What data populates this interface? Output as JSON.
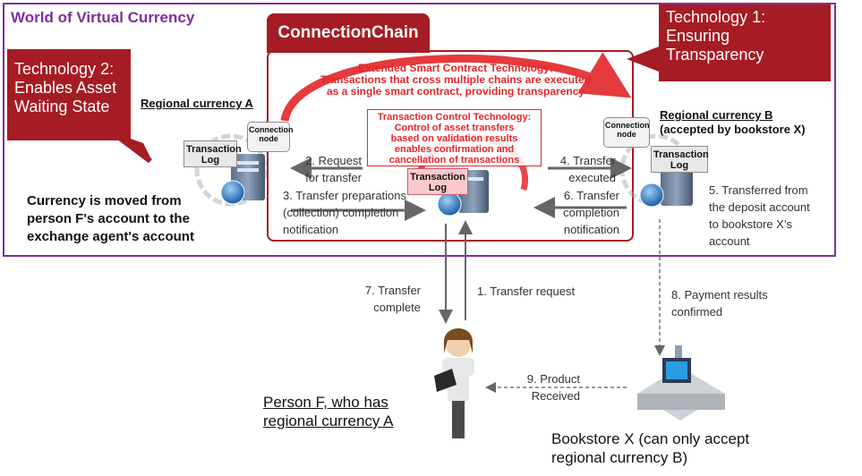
{
  "world": {
    "title": "World of Virtual Currency"
  },
  "chain": {
    "title": "ConnectionChain"
  },
  "tech1": {
    "line1": "Technology 1:",
    "line2": "Ensuring",
    "line3": "Transparency"
  },
  "tech2": {
    "line1": "Technology 2:",
    "line2": "Enables Asset",
    "line3": "Waiting State"
  },
  "ext": {
    "line1": "Extended Smart Contract Technology:",
    "line2": "Transactions that cross multiple chains are executed",
    "line3": "as a single smart contract, providing transparency"
  },
  "tct": {
    "line1": "Transaction Control Technology:",
    "line2": "Control of asset transfers",
    "line3": "based on validation results",
    "line4": "enables confirmation and",
    "line5": "cancellation of transactions"
  },
  "regionA": {
    "label": "Regional currency A"
  },
  "regionB": {
    "line1": "Regional currency B",
    "line2": "(accepted by bookstore X)"
  },
  "node": {
    "line1": "Connection",
    "line2": "node"
  },
  "log": {
    "line1": "Transaction",
    "line2": "Log"
  },
  "steps": {
    "s1": "1. Transfer request",
    "s2a": "2. Request",
    "s2b": "for transfer",
    "s3a": "3. Transfer preparations",
    "s3b": "(collection) completion",
    "s3c": "notification",
    "s4a": "4. Transfer",
    "s4b": "executed",
    "s5a": "5. Transferred from",
    "s5b": "the deposit account",
    "s5c": "to bookstore X’s",
    "s5d": "account",
    "s6a": "6. Transfer",
    "s6b": "completion",
    "s6c": "notification",
    "s7a": "7. Transfer",
    "s7b": "complete",
    "s8a": "8. Payment results",
    "s8b": "confirmed",
    "s9a": "9. Product",
    "s9b": "Received"
  },
  "moved": {
    "line1": "Currency is moved from",
    "line2": "person F's account to the",
    "line3": "exchange agent's account"
  },
  "person": {
    "line1": "Person F, who has",
    "line2": "regional currency A"
  },
  "store": {
    "line1": "Bookstore X (can only accept",
    "line2": "regional currency B)"
  },
  "colors": {
    "purple": "#7d2f9a",
    "dark_red": "#a51c24",
    "red": "#e3262a",
    "pink": "#f9c9cf"
  },
  "icons": [
    "server-icon",
    "globe-icon",
    "network-ring-icon",
    "person-icon",
    "register-icon"
  ]
}
